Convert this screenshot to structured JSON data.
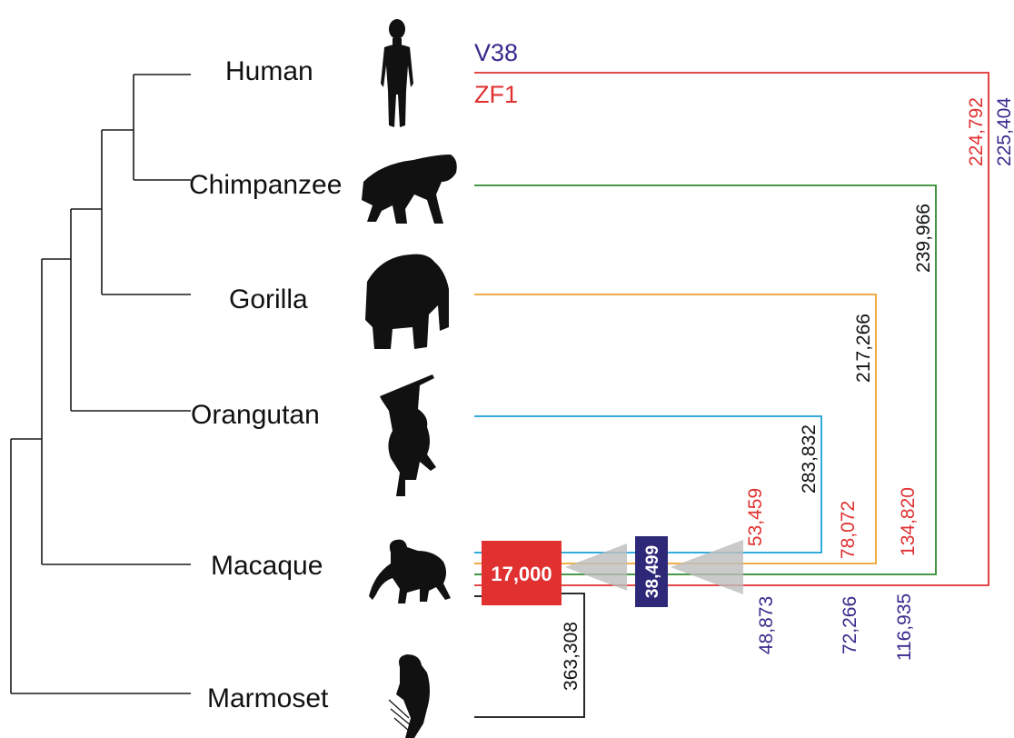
{
  "species": [
    {
      "name": "Human",
      "icon": "human-silhouette-icon"
    },
    {
      "name": "Chimpanzee",
      "icon": "chimpanzee-silhouette-icon"
    },
    {
      "name": "Gorilla",
      "icon": "gorilla-silhouette-icon"
    },
    {
      "name": "Orangutan",
      "icon": "orangutan-silhouette-icon"
    },
    {
      "name": "Macaque",
      "icon": "macaque-silhouette-icon"
    },
    {
      "name": "Marmoset",
      "icon": "marmoset-silhouette-icon"
    }
  ],
  "legend": {
    "v38": {
      "label": "V38",
      "color": "#3a2a8c"
    },
    "zf1": {
      "label": "ZF1",
      "color": "#e03030"
    }
  },
  "connectors": [
    {
      "species": "Human",
      "color": "#e03030",
      "labels": [
        {
          "text": "224,792",
          "color": "#e03030"
        },
        {
          "text": "225,404",
          "color": "#3a2a8c"
        }
      ]
    },
    {
      "species": "Chimpanzee",
      "color": "#2e8b2e",
      "labels": [
        {
          "text": "239,966",
          "color": "#111111"
        }
      ]
    },
    {
      "species": "Gorilla",
      "color": "#f0a030",
      "labels": [
        {
          "text": "217,266",
          "color": "#111111"
        }
      ]
    },
    {
      "species": "Orangutan",
      "color": "#1aa0d8",
      "labels": [
        {
          "text": "283,832",
          "color": "#111111"
        }
      ]
    },
    {
      "species": "Marmoset",
      "color": "#111111",
      "labels": [
        {
          "text": "363,308",
          "color": "#111111"
        }
      ]
    }
  ],
  "macaque_labels": {
    "zf1": [
      "53,459",
      "78,072",
      "134,820"
    ],
    "v38": [
      "48,873",
      "72,266",
      "116,935"
    ]
  },
  "boxes": {
    "zf1_box": {
      "text": "17,000",
      "color": "#e03030"
    },
    "v38_box": {
      "text": "38,499",
      "color": "#2e2878"
    }
  }
}
